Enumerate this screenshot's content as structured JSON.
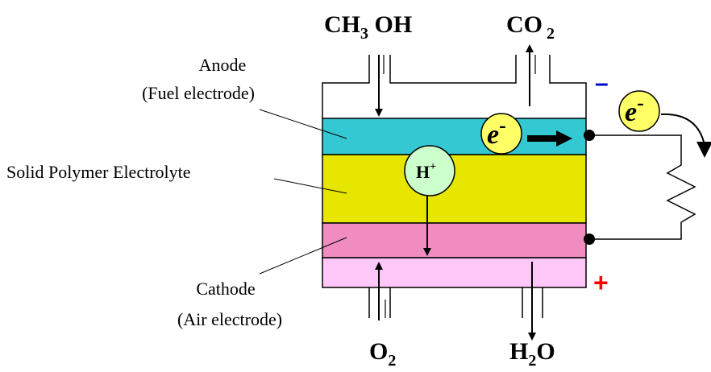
{
  "labels": {
    "anode_line1": "Anode",
    "anode_line2": "(Fuel electrode)",
    "electrolyte": "Solid Polymer Electrolyte",
    "cathode_line1": "Cathode",
    "cathode_line2": "(Air electrode)"
  },
  "chemicals": {
    "methanol_main": "CH",
    "methanol_sub": "3",
    "methanol_tail": " OH",
    "co2_main": "CO",
    "co2_sub": " 2",
    "o2_main": "O",
    "o2_sub": "2",
    "water_pre": "H",
    "water_sub": "2",
    "water_tail": "O"
  },
  "particles": {
    "proton_main": "H",
    "proton_sup": "+",
    "electron_main": "e",
    "electron_sup": "-"
  },
  "terminals": {
    "negative": "–",
    "positive": "+"
  },
  "colors": {
    "anode": "#33c8d2",
    "electrolyte": "#e6e600",
    "cathode": "#f08cc0",
    "cathode_chamber": "#ffc8f8",
    "particle_fill": "#ffff66",
    "proton_fill": "#ccffcc",
    "negative_sign": "#0000cc",
    "positive_sign": "#ff0000"
  }
}
